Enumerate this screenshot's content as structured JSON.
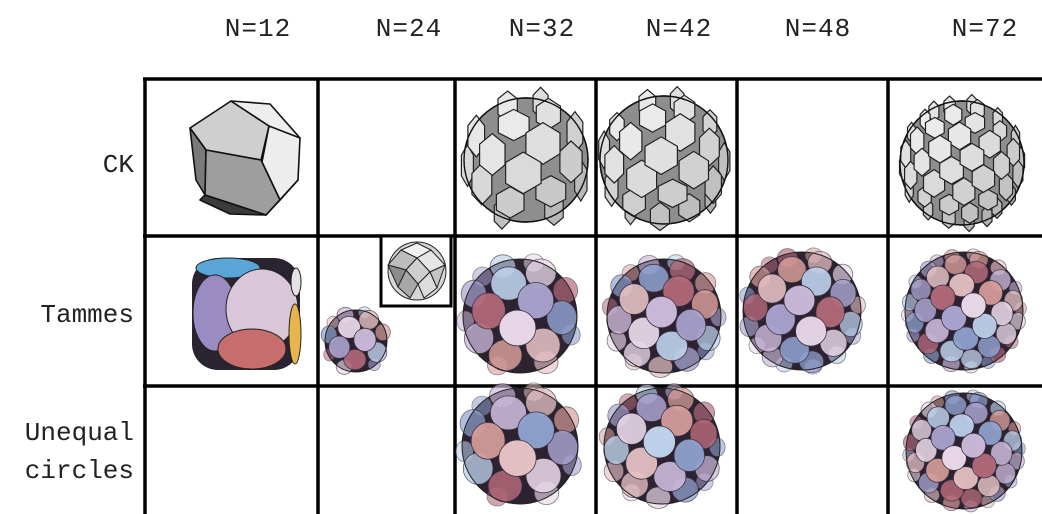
{
  "columns": [
    "N=12",
    "N=24",
    "N=32",
    "N=42",
    "N=48",
    "N=72"
  ],
  "rows": [
    {
      "label_lines": [
        "CK"
      ]
    },
    {
      "label_lines": [
        "Tammes"
      ]
    },
    {
      "label_lines": [
        "Unequal",
        "circles"
      ]
    }
  ],
  "cells": {
    "CK": [
      "polyhedron",
      "",
      "polyhedron",
      "polyhedron",
      "",
      "polyhedron"
    ],
    "Tammes": [
      "circles",
      "circles+inset-polyhedron",
      "circles",
      "circles",
      "circles",
      "circles"
    ],
    "Unequal circles": [
      "",
      "",
      "circles",
      "circles",
      "",
      "circles"
    ]
  },
  "colors": {
    "grid_line": "#000000",
    "face_light": "#eeeeee",
    "face_mid": "#b8b8b8",
    "face_dark": "#6a6a6a",
    "circle_palette": [
      "#c9b7d8",
      "#e4c1c4",
      "#a9a3cf",
      "#d79e9a",
      "#bcd0ea",
      "#e8d8e8",
      "#8fa2d0",
      "#b46a7a"
    ]
  }
}
